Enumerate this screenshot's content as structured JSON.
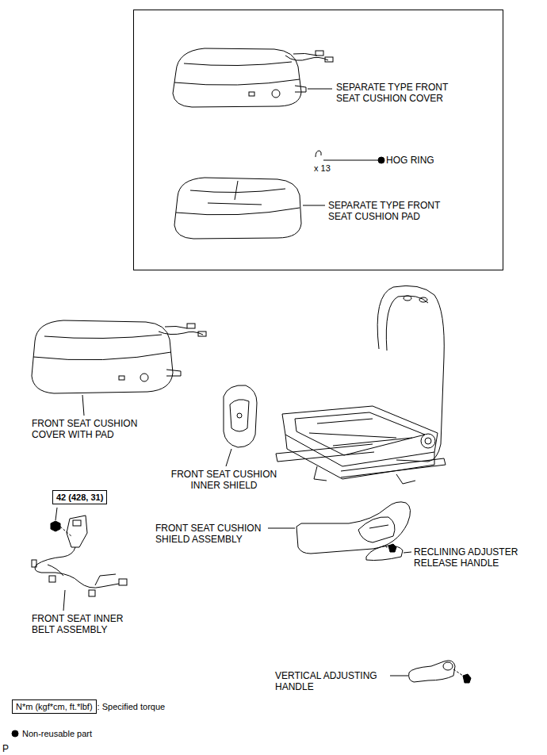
{
  "diagram": {
    "nodes": [
      {
        "text": [
          "42 (428, 31)"
        ]
      },
      {
        "text": [
          "N*m (kgf*cm, ft.*lbf)"
        ]
      }
    ],
    "labels": [
      "SEPARATE TYPE FRONT SEAT CUSHION COVER",
      "x 13",
      "HOG RING",
      "SEPARATE TYPE FRONT SEAT CUSHION PAD",
      "FRONT SEAT CUSHION COVER WITH PAD",
      "FRONT SEAT CUSHION INNER SHIELD",
      "FRONT SEAT CUSHION SHIELD ASSEMBLY",
      "RECLINING ADJUSTER RELEASE HANDLE",
      "FRONT SEAT INNER BELT ASSEMBLY",
      "VERTICAL ADJUSTING HANDLE",
      "P"
    ],
    "legend": [
      {
        "text": ": Specified torque"
      },
      {
        "text": "Non-reusable part"
      }
    ]
  }
}
